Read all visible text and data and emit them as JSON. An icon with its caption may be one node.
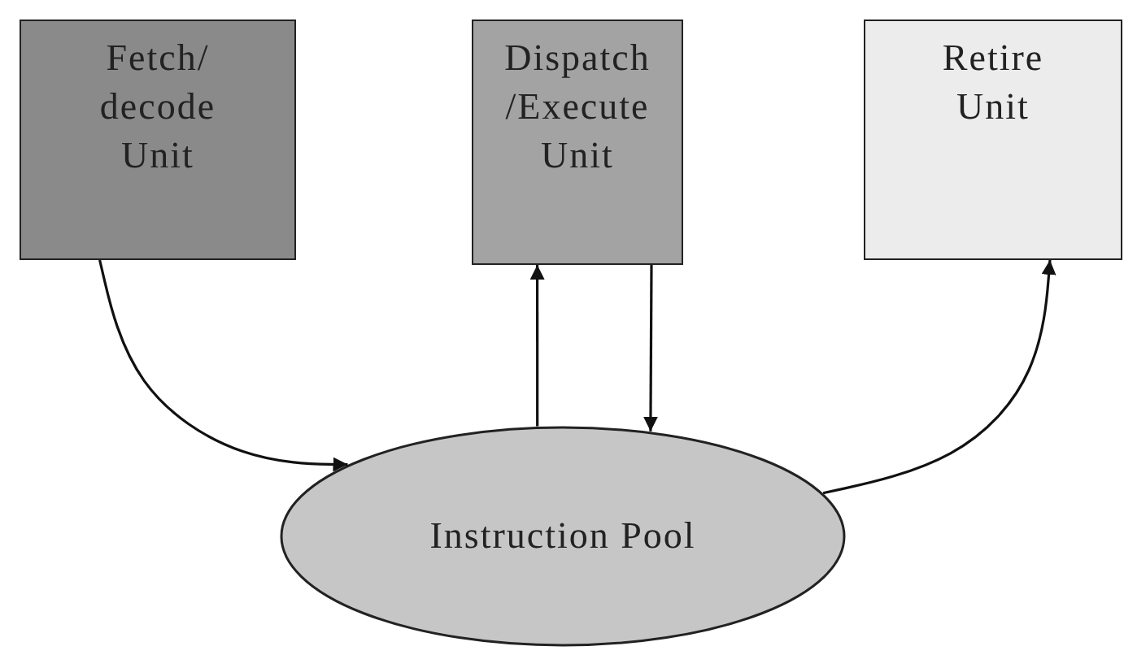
{
  "diagram": {
    "nodes": [
      {
        "text": [
          "Fetch/ decode Unit"
        ]
      },
      {
        "text": [
          "Dispatch /Execute Unit"
        ]
      },
      {
        "text": [
          "Retire Unit"
        ]
      },
      {
        "text": [
          "Instruction Pool"
        ]
      }
    ],
    "edges": [
      {
        "from": 0,
        "to": 3,
        "arrow": "to"
      },
      {
        "from": 3,
        "to": 1,
        "arrow": "to"
      },
      {
        "from": 1,
        "to": 3,
        "arrow": "to"
      },
      {
        "from": 3,
        "to": 2,
        "arrow": "to"
      }
    ]
  }
}
